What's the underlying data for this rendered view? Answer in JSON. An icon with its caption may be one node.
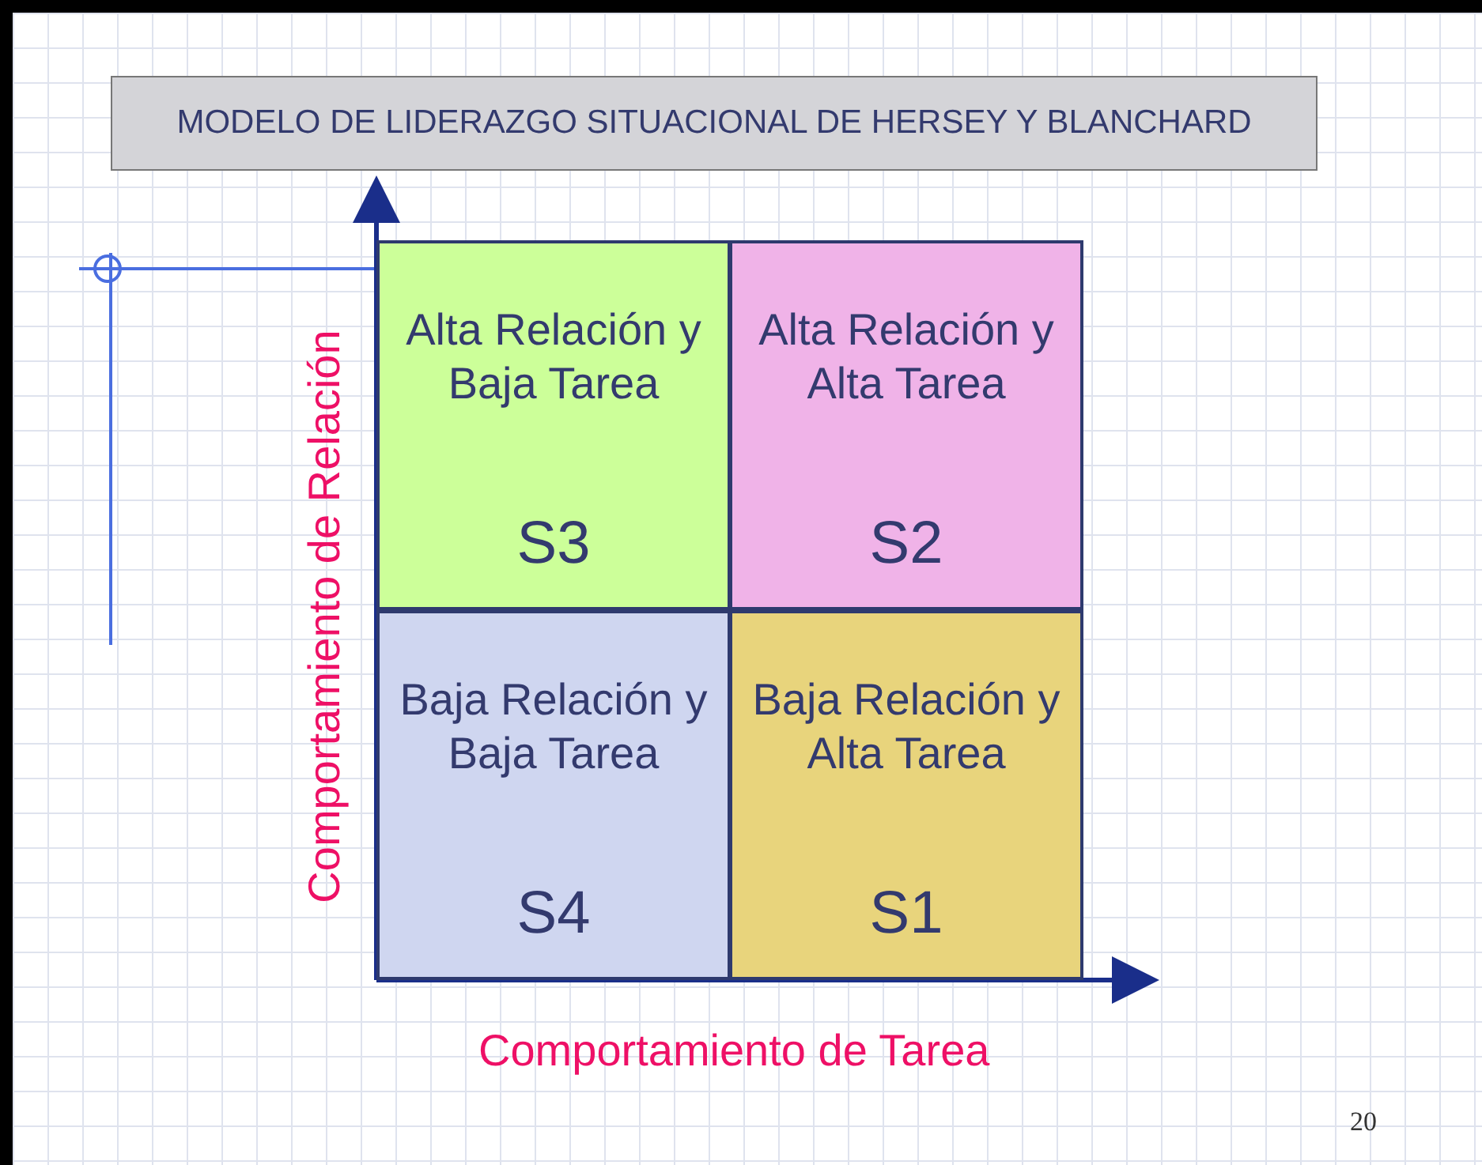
{
  "diagram": {
    "title": "MODELO DE LIDERAZGO SITUACIONAL DE HERSEY Y BLANCHARD",
    "nodes": [
      {
        "text": [
          "Alta Relación y Baja Tarea",
          "S3"
        ]
      },
      {
        "text": [
          "Alta Relación y Alta Tarea",
          "S2"
        ]
      },
      {
        "text": [
          "Baja Relación y Baja Tarea",
          "S4"
        ]
      },
      {
        "text": [
          "Baja Relación y Alta Tarea",
          "S1"
        ]
      }
    ],
    "labels": [
      "Comportamiento de Relación",
      "Comportamiento de Tarea",
      "20"
    ]
  }
}
